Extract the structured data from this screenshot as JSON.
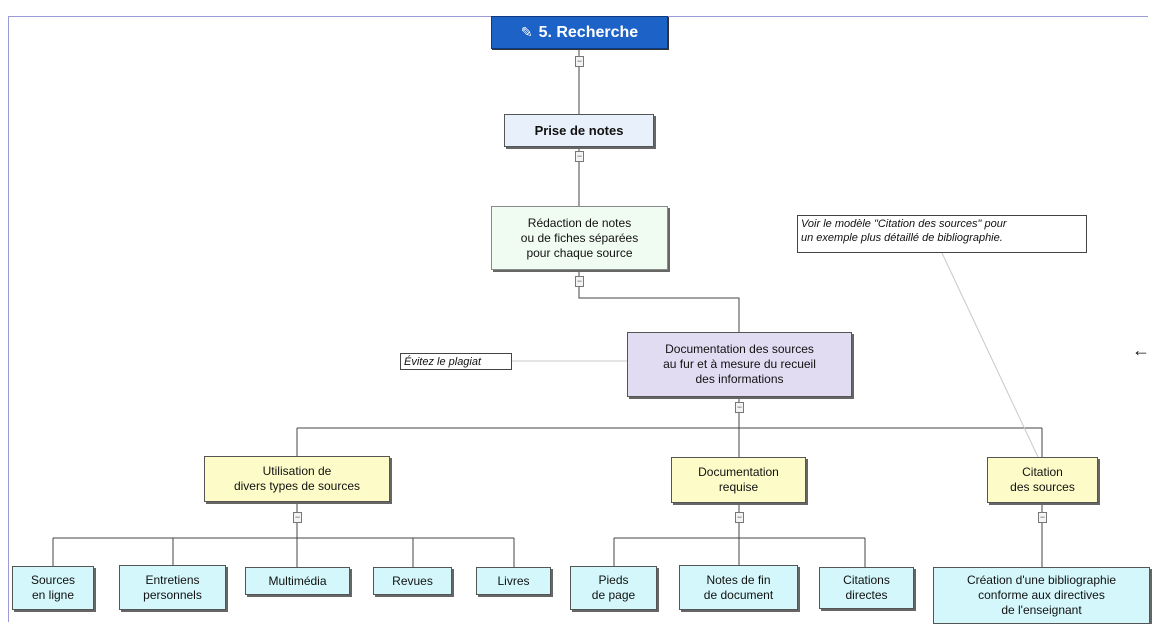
{
  "root": {
    "label": "5. Recherche",
    "icon": "book-icon"
  },
  "nodes": {
    "prise_notes": "Prise de notes",
    "redaction": "Rédaction de notes\nou de fiches séparées\npour chaque source",
    "documentation_sources": "Documentation des sources\nau fur et à mesure du recueil\ndes informations",
    "utilisation": "Utilisation de\ndivers types de sources",
    "documentation_requise": "Documentation\nrequise",
    "citation": "Citation\ndes sources",
    "sources_en_ligne": "Sources\nen ligne",
    "entretiens": "Entretiens\npersonnels",
    "multimedia": "Multimédia",
    "revues": "Revues",
    "livres": "Livres",
    "pieds": "Pieds\nde page",
    "notes_fin": "Notes de fin\nde document",
    "citations_directes": "Citations\ndirectes",
    "bibliographie": "Création d'une bibliographie\nconforme aux directives\nde l'enseignant"
  },
  "notes": {
    "plagiat": "Évitez le plagiat",
    "modele": "Voir le modèle \"Citation des sources\" pour\nun exemple plus détaillé de bibliographie."
  },
  "colors": {
    "root": "#1d62c7",
    "line": "#444444",
    "note_line": "#c8c8c8"
  }
}
